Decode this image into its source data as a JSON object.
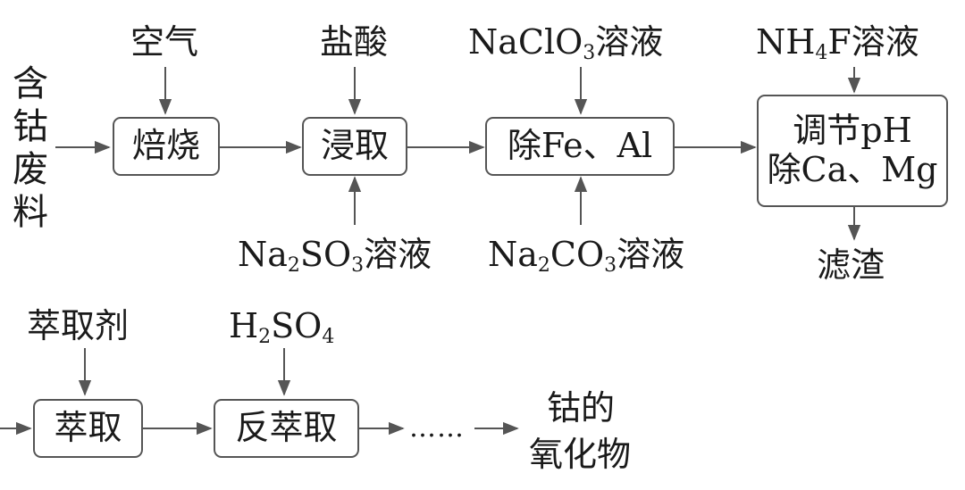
{
  "raw_material": [
    "含",
    "钴",
    "废",
    "料"
  ],
  "boxes": {
    "roasting": "焙烧",
    "leaching": "浸取",
    "remove_fe_al": "除Fe、Al",
    "adjust_ph_line1": "调节pH",
    "adjust_ph_line2": "除Ca、Mg",
    "extraction": "萃取",
    "back_extraction": "反萃取"
  },
  "reagents": {
    "air": "空气",
    "hydrochloric_acid": "盐酸",
    "naclo3": {
      "main": "NaClO",
      "sub": "3",
      "suffix": "溶液"
    },
    "nh4f": {
      "pre": "NH",
      "sub": "4",
      "suffix": "F溶液"
    },
    "na2so3": {
      "pre": "Na",
      "sub1": "2",
      "mid": "SO",
      "sub2": "3",
      "suffix": "溶液"
    },
    "na2co3": {
      "pre": "Na",
      "sub1": "2",
      "mid": "CO",
      "sub2": "3",
      "suffix": "溶液"
    },
    "extractant": "萃取剂",
    "h2so4": {
      "pre": "H",
      "sub1": "2",
      "mid": "SO",
      "sub2": "4"
    }
  },
  "outputs": {
    "residue": "滤渣",
    "product_line1": "钴的",
    "product_line2": "氧化物"
  },
  "ellipsis": "……"
}
